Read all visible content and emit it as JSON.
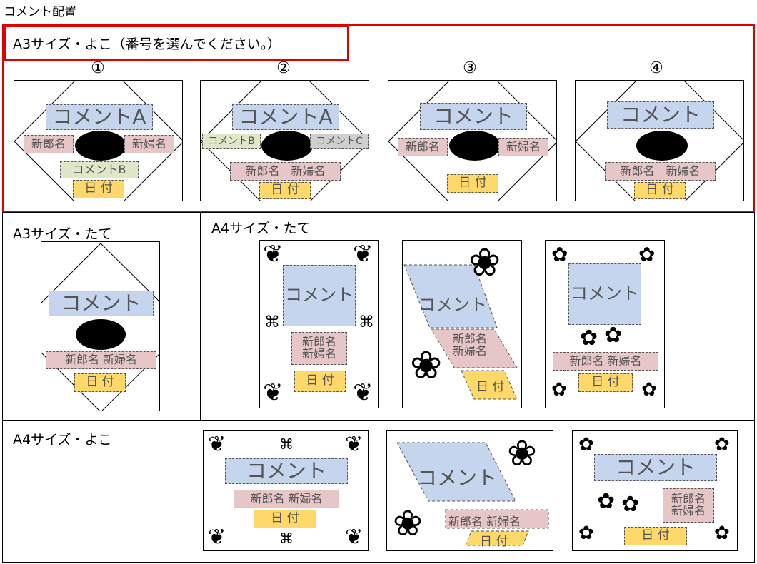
{
  "page_title": "コメント配置",
  "sections": {
    "a3_yoko": "A3サイズ・よこ（番号を選んでください。）",
    "a3_tate": "A3サイズ・たて",
    "a4_tate": "A4サイズ・たて",
    "a4_yoko": "A4サイズ・よこ"
  },
  "numbers": [
    "①",
    "②",
    "③",
    "④"
  ],
  "labels": {
    "comment_a": "コメントA",
    "comment_b": "コメントB",
    "comment_c": "コメントC",
    "comment": "コメント",
    "groom": "新郎名",
    "bride": "新婦名",
    "groom_bride": "新郎名　新婦名",
    "groom_bride_tight": "新郎名  新婦名",
    "groom_bride_stack": "新郎名\n新婦名",
    "date": "日 付"
  },
  "colors": {
    "comment": "#c5d5ee",
    "names": "#e6c6c6",
    "comment_b": "#dfe7c9",
    "comment_c": "#cfcfcf",
    "date": "#ffd86a",
    "highlight_frame": "#e00000"
  }
}
